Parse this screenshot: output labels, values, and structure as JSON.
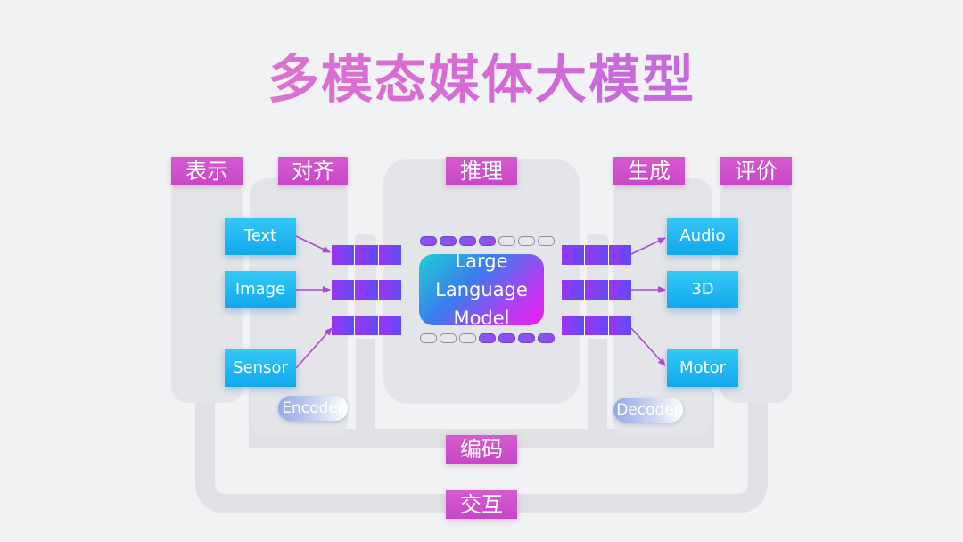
{
  "title": "多模态媒体大模型",
  "stages": {
    "representation": "表示",
    "alignment": "对齐",
    "reasoning": "推理",
    "generation": "生成",
    "evaluation": "评价",
    "encoding": "编码",
    "interaction": "交互"
  },
  "inputs": [
    "Text",
    "Image",
    "Sensor"
  ],
  "outputs": [
    "Audio",
    "3D",
    "Motor"
  ],
  "llm": {
    "line1": "Large",
    "line2": "Language",
    "line3": "Model"
  },
  "encoder_label": "Encoder",
  "decoder_label": "Decoder",
  "token_rows": {
    "top": [
      true,
      true,
      true,
      true,
      false,
      false,
      false
    ],
    "bottom": [
      false,
      false,
      false,
      true,
      true,
      true,
      true
    ]
  },
  "colors": {
    "tag": "#c846c7",
    "node": "#11a8ec",
    "arrow": "#b145d6",
    "panel": "#e4e5e8"
  }
}
